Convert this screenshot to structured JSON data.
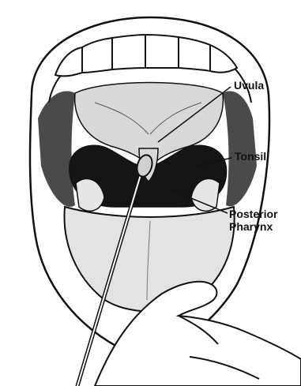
{
  "labels": {
    "uvula": "Uvula",
    "tonsil": "Tonsil",
    "posterior_pharynx_line1": "Posterior",
    "posterior_pharynx_line2": "Pharynx"
  },
  "colors": {
    "ink": "#111111",
    "paper": "#ffffff",
    "shade": "#2a2a2a",
    "tissue": "#d8d8d8"
  }
}
